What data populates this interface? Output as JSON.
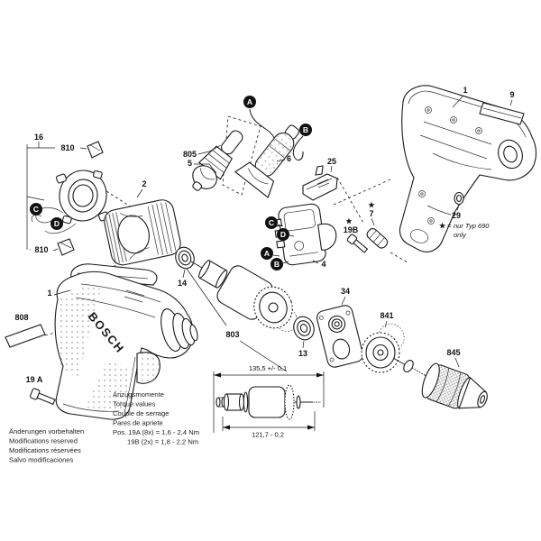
{
  "meta": {
    "background": "#ffffff",
    "ink": "#1a1a1a"
  },
  "brand": "BOSCH",
  "parts": {
    "brush_assembly": "16",
    "brush_top": "810",
    "brush_bottom": "810",
    "field_coil": "2",
    "housing_left": "1",
    "nameplate_small": "808",
    "screw_19a": "19 A",
    "bearing_front": "14",
    "armature": "803",
    "bearing_rear": "13",
    "cord_grommet": "805",
    "grommet_detail": "5",
    "power_cord": "6",
    "lock_lever": "25",
    "switch": "4",
    "pin": "7",
    "screw_19b": "19B",
    "housing_right": "1",
    "nameplate_big": "9",
    "oring": "29",
    "bearing_flange": "34",
    "gear": "841",
    "chuck": "845"
  },
  "callouts": {
    "a": "A",
    "b": "B",
    "c": "C",
    "d": "D"
  },
  "star": "★",
  "legend": {
    "symbol": "★",
    "separator": "=",
    "text1": "nur Typ 690",
    "text2": "only"
  },
  "dims": {
    "top": "135,5 +/- 0,1",
    "bottom": "121,7 - 0,2"
  },
  "torque": {
    "l1": "Anzugsmomente",
    "l2": "Torque values",
    "l3": "Couple de serrage",
    "l4": "Pares de apriete",
    "l5": "Pos. 19A (8x) = 1,6 - 2,4 Nm",
    "l6": "19B (2x) = 1,8 - 2,2 Nm"
  },
  "notice": {
    "l1": "Änderungen vorbehalten",
    "l2": "Modifications reserved",
    "l3": "Modifications réservées",
    "l4": "Salvo modificaciones"
  }
}
